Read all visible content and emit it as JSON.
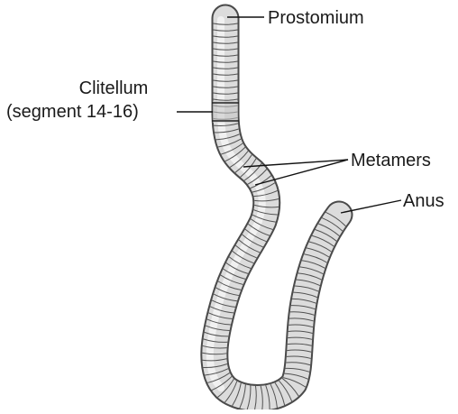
{
  "diagram": {
    "labels": {
      "prostomium": "Prostomium",
      "clitellum_line1": "Clitellum",
      "clitellum_line2": "(segment 14-16)",
      "metamers": "Metamers",
      "anus": "Anus"
    },
    "colors": {
      "body_fill": "#d9d9d9",
      "body_highlight": "#f4f4f4",
      "segment_line": "#3a3a3a",
      "leader_line": "#111111",
      "text": "#1a1a1a"
    }
  }
}
